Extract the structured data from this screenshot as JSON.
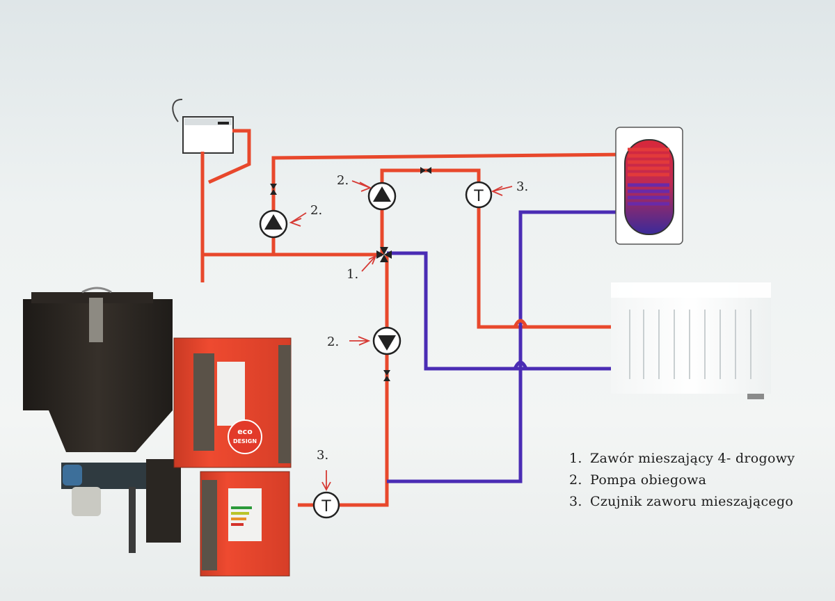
{
  "callouts": {
    "mixing_valve": "1.",
    "pump_left": "2.",
    "pump_top": "2.",
    "pump_lower": "2.",
    "sensor_top": "3.",
    "sensor_bottom": "3."
  },
  "sensor_symbol": "T",
  "legend": [
    {
      "num": "1.",
      "text": "Zawór mieszający 4- drogowy"
    },
    {
      "num": "2.",
      "text": "Pompa obiegowa"
    },
    {
      "num": "3.",
      "text": "Czujnik zaworu mieszającego"
    }
  ],
  "boiler_badge": {
    "line1": "eco",
    "line2": "DESIGN"
  },
  "colors": {
    "supply": "#e8482c",
    "return": "#4a2cb4",
    "boiler": "#e8452d",
    "hopper": "#2a2622",
    "annotation_arrow": "#d63a34"
  }
}
